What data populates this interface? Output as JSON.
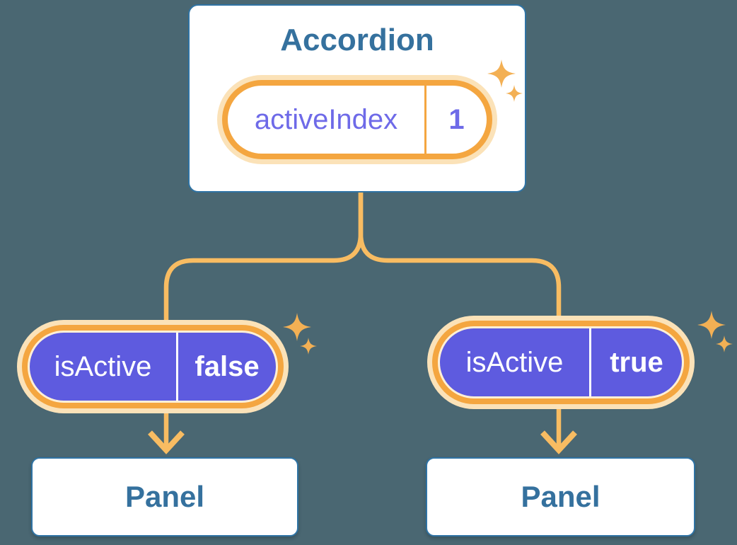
{
  "colors": {
    "background": "#4A6772",
    "card-bg": "#FFFFFF",
    "blue-border": "#2F73A4",
    "blue-text": "#35719E",
    "orange": "#F4A640",
    "orange-glow": "#FBE2B8",
    "orange-line": "#F8BC62",
    "sparkle": "#F3B054",
    "purple": "#5E5BDF",
    "purple-text": "#6E6AE8",
    "cream": "#FFF0D6",
    "white-text": "#FFFFFF"
  },
  "icons": {
    "sparkle": "four-point-star"
  },
  "accordion": {
    "title": "Accordion",
    "state_pill": {
      "label": "activeIndex",
      "value": "1"
    }
  },
  "branches": [
    {
      "prop_pill": {
        "label": "isActive",
        "value": "false"
      },
      "panel_label": "Panel"
    },
    {
      "prop_pill": {
        "label": "isActive",
        "value": "true"
      },
      "panel_label": "Panel"
    }
  ]
}
